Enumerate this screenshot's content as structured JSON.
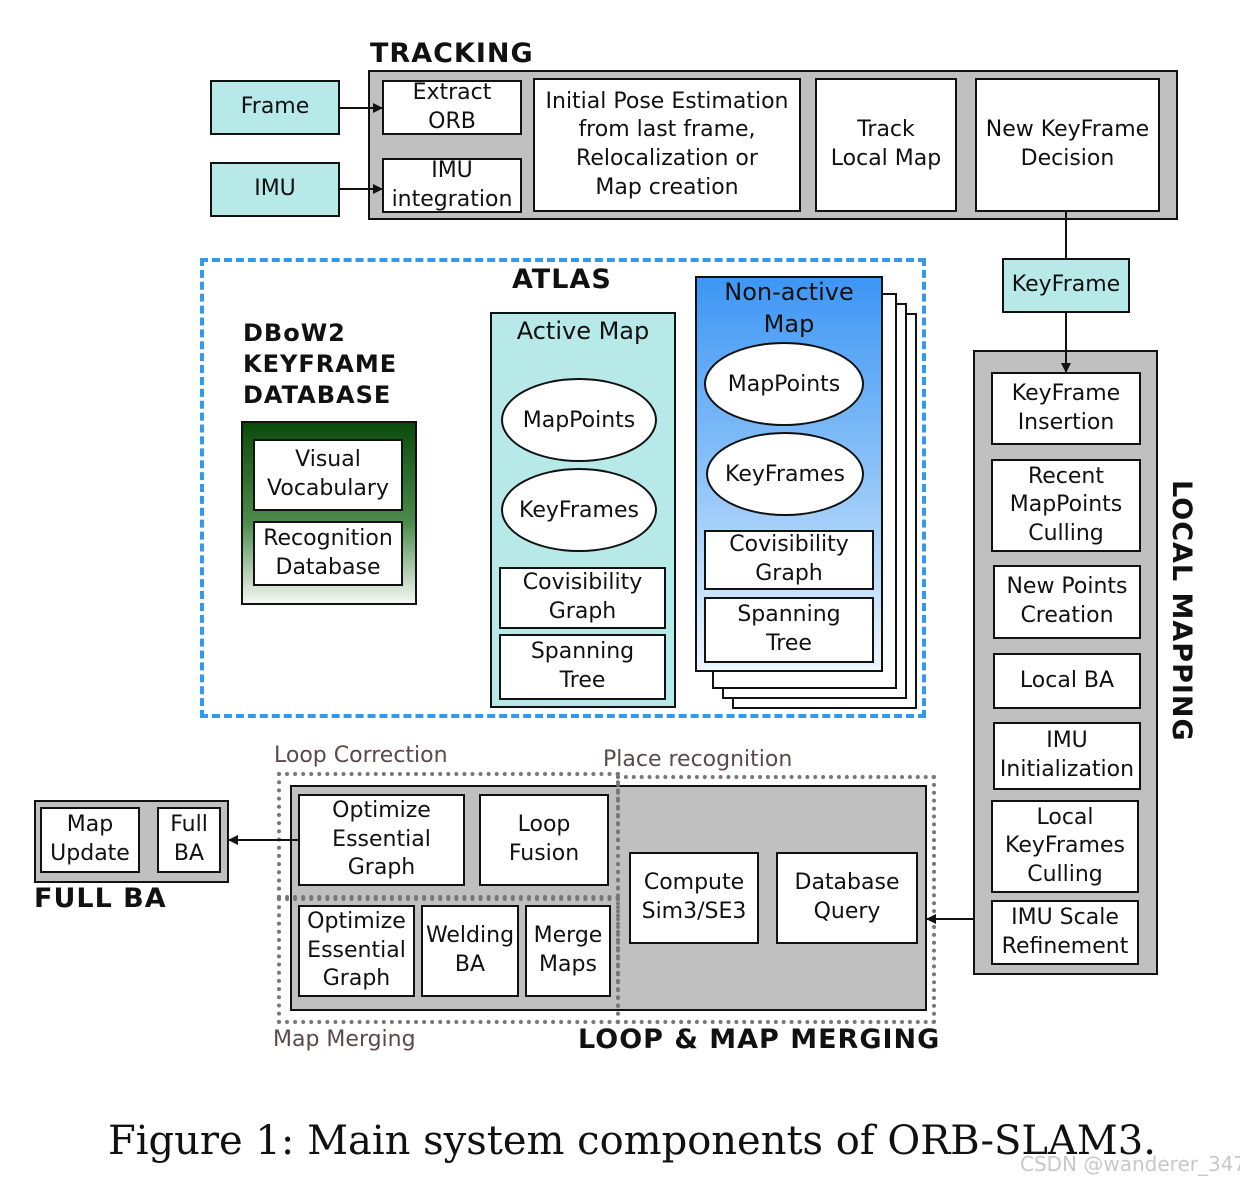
{
  "tracking": {
    "title": "TRACKING",
    "frame": "Frame",
    "imu": "IMU",
    "extract_orb": "Extract\nORB",
    "imu_integration": "IMU\nintegration",
    "initial_pose": "Initial Pose Estimation\nfrom last frame,\nRelocalization or\nMap creation",
    "track_local_map": "Track\nLocal Map",
    "new_keyframe_decision": "New KeyFrame\nDecision"
  },
  "keyframe_label": "KeyFrame",
  "atlas": {
    "title": "ATLAS",
    "dbow2_title": "DBoW2\nKEYFRAME\nDATABASE",
    "visual_vocabulary": "Visual\nVocabulary",
    "recognition_database": "Recognition\nDatabase",
    "active_map": {
      "title": "Active Map",
      "mappoints": "MapPoints",
      "keyframes": "KeyFrames",
      "covisibility": "Covisibility\nGraph",
      "spanning": "Spanning\nTree"
    },
    "non_active_map": {
      "title": "Non-active\nMap",
      "mappoints": "MapPoints",
      "keyframes": "KeyFrames",
      "covisibility": "Covisibility\nGraph",
      "spanning": "Spanning\nTree"
    }
  },
  "local_mapping": {
    "title": "LOCAL MAPPING",
    "items": [
      "KeyFrame\nInsertion",
      "Recent\nMapPoints\nCulling",
      "New Points\nCreation",
      "Local BA",
      "IMU\nInitialization",
      "Local\nKeyFrames\nCulling",
      "IMU Scale\nRefinement"
    ]
  },
  "loop": {
    "loop_correction_label": "Loop Correction",
    "place_recognition_label": "Place recognition",
    "map_merging_label": "Map Merging",
    "title": "LOOP & MAP MERGING",
    "optimize_essential_graph": "Optimize\nEssential\nGraph",
    "loop_fusion": "Loop\nFusion",
    "optimize_essential_graph_2": "Optimize\nEssential\nGraph",
    "welding_ba": "Welding\nBA",
    "merge_maps": "Merge\nMaps",
    "compute_sim3": "Compute\nSim3/SE3",
    "database_query": "Database\nQuery"
  },
  "full_ba": {
    "title": "FULL BA",
    "map_update": "Map\nUpdate",
    "full_ba": "Full\nBA"
  },
  "caption": "Figure 1: Main system components of ORB-SLAM3.",
  "watermark": "CSDN @wanderer_347",
  "colors": {
    "cyan": "#b8e9e9",
    "gray": "#c0c0c0",
    "atlas_dash": "#3399ee",
    "nonactive_top": "#3d96f5",
    "dbow_top": "#0a4a0a"
  }
}
